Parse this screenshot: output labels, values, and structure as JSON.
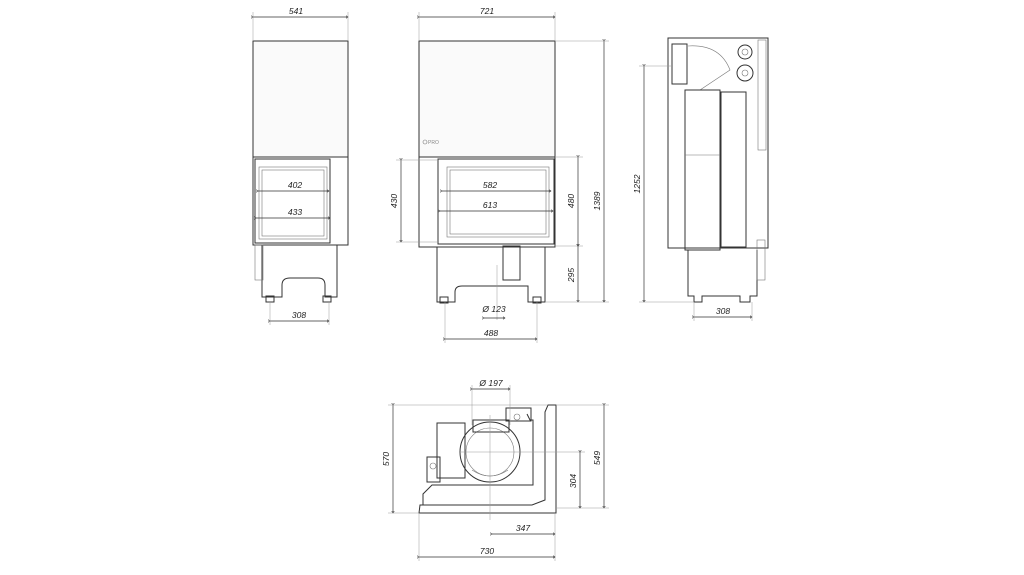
{
  "logo": {
    "text": "PRO"
  },
  "front_side_view": {
    "width": "541",
    "glass_inner": "402",
    "glass_outer": "433",
    "legs": "308"
  },
  "front_view": {
    "width": "721",
    "glass_inner": "582",
    "glass_outer": "613",
    "glass_height": "430",
    "door_height": "480",
    "total_height": "1389",
    "base_height": "295",
    "flue_diameter": "Ø 123",
    "legs": "488"
  },
  "side_view": {
    "height": "1252",
    "legs": "308"
  },
  "top_view": {
    "flue_diameter": "Ø 197",
    "depth": "570",
    "side_depth": "549",
    "flue_offset_y": "304",
    "flue_offset_x": "347",
    "width": "730"
  }
}
